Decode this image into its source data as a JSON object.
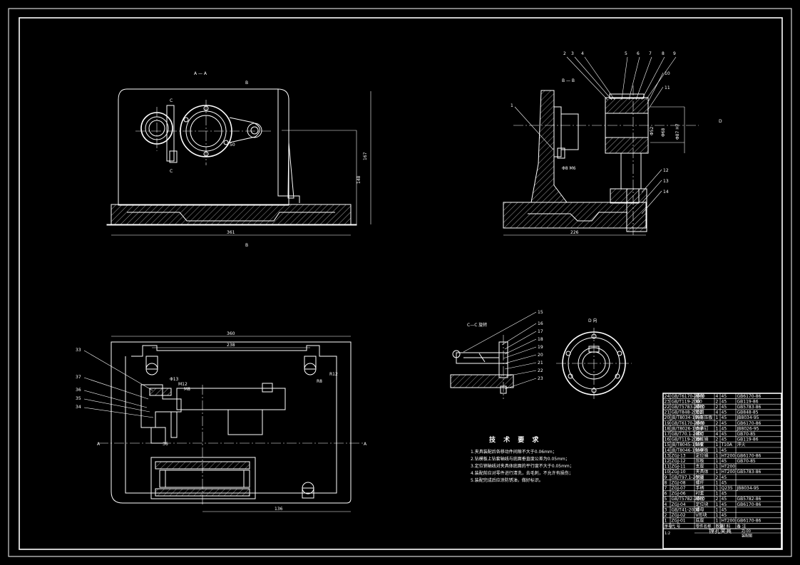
{
  "views": {
    "section_a_label": "A — A",
    "section_b_label": "B — B",
    "section_c_label": "C—C 旋转",
    "view_d_label": "D 向",
    "label_a": "A",
    "label_b": "B",
    "label_c": "C",
    "label_d": "D"
  },
  "dimensions": {
    "front_width": "361",
    "front_height_outer": "167",
    "front_height_inner": "148",
    "front_inner": "50",
    "side_width": "226",
    "side_d1": "Φ52",
    "side_d2": "Φ68",
    "side_d3": "Φ87 H7",
    "side_small": "Φ8 M6",
    "top_width": "360",
    "top_inner": "238",
    "top_bottom": "136",
    "top_r": "R12",
    "top_r2": "R8",
    "top_m1": "Φ13",
    "top_m2": "M12",
    "top_m3": "M8",
    "top_small": "36"
  },
  "balloons": {
    "side_top": [
      "2",
      "3",
      "4",
      "5",
      "6",
      "7",
      "8",
      "9"
    ],
    "side_right": [
      "10",
      "11",
      "12",
      "13",
      "14"
    ],
    "side_left": [
      "1"
    ],
    "top_left": [
      "33",
      "37",
      "36",
      "35",
      "34"
    ],
    "section_c": [
      "15",
      "16",
      "17",
      "18",
      "19",
      "20",
      "21",
      "22",
      "23"
    ]
  },
  "notes": {
    "heading": "技 术 要 求",
    "lines": [
      "1.夹具装配后各移动件间隙不大于0.06mm；",
      "2.钻模板上钻套轴线与底面垂直度公差为0.05mm；",
      "3.定位销轴线对夹具体底面的平行度不大于0.05mm；",
      "4.装配前应对零件进行清洗，去毛刺，不允许有损伤；",
      "5.装配完成后应涂防锈油，做好标识。"
    ]
  },
  "parts_table": {
    "rows": [
      [
        "24",
        "GB/T6170-2000",
        "螺母",
        "4",
        "45",
        "GB6170-86"
      ],
      [
        "23",
        "GB/T119-2000",
        "销",
        "2",
        "45",
        "GB119-86"
      ],
      [
        "22",
        "GB/T5783-2000",
        "螺栓",
        "2",
        "45",
        "GB5783-86"
      ],
      [
        "21",
        "GB/T848-2002",
        "垫圈",
        "4",
        "45",
        "GB848-85"
      ],
      [
        "20",
        "JB/T8034-1999",
        "钩形压板",
        "1",
        "45",
        "JB8034-95"
      ],
      [
        "19",
        "GB/T6170-2000",
        "螺母",
        "2",
        "45",
        "GB6170-86"
      ],
      [
        "18",
        "JB/T8026-1999",
        "支承钉",
        "1",
        "45",
        "JB8026-95"
      ],
      [
        "17",
        "GB/T70.1-2000",
        "螺钉",
        "4",
        "45",
        "GB70-85"
      ],
      [
        "16",
        "GB/T119-2000",
        "圆柱销",
        "2",
        "45",
        "GB119-86"
      ],
      [
        "15",
        "JB/T8045-1999",
        "钻套",
        "1",
        "T10A",
        "淬火"
      ],
      [
        "14",
        "JB/T8046-1999",
        "钻模板",
        "1",
        "45",
        ""
      ],
      [
        "13",
        "ZGJ-13",
        "定位销",
        "1",
        "HT200",
        "GB6170-86"
      ],
      [
        "12",
        "ZGJ-12",
        "压板",
        "1",
        "45",
        "GB70-85"
      ],
      [
        "11",
        "ZGJ-11",
        "支座",
        "1",
        "HT200",
        ""
      ],
      [
        "10",
        "ZGJ-10",
        "夹具体",
        "1",
        "HT200",
        "GB5783-86"
      ],
      [
        "9",
        "GB/T97.1-2002",
        "垫圈",
        "2",
        "45",
        ""
      ],
      [
        "8",
        "ZGJ-08",
        "螺杆",
        "1",
        "45",
        ""
      ],
      [
        "7",
        "ZGJ-07",
        "手柄",
        "1",
        "Q235",
        "JB8034-95"
      ],
      [
        "6",
        "ZGJ-06",
        "衬套",
        "1",
        "45",
        ""
      ],
      [
        "5",
        "GB/T5782-2000",
        "螺栓",
        "2",
        "45",
        "GB5782-86"
      ],
      [
        "4",
        "ZGJ-04",
        "定位块",
        "1",
        "45",
        "GB6170-86"
      ],
      [
        "3",
        "GB/T41-2000",
        "螺母",
        "1",
        "45",
        ""
      ],
      [
        "2",
        "ZGJ-02",
        "V形块",
        "1",
        "45",
        ""
      ],
      [
        "1",
        "ZGJ-01",
        "底座",
        "1",
        "HT200",
        "GB6170-86"
      ]
    ],
    "header": [
      "序号",
      "代 号",
      "零件名称",
      "数量",
      "材 料",
      "备 注"
    ],
    "title": "镗孔夹具",
    "scale": "1:2",
    "drawing_no": "ZJ-00",
    "school": "装配图"
  },
  "colors": {
    "line": "#ffffff",
    "background": "#000000",
    "accent": "#ffd400"
  }
}
